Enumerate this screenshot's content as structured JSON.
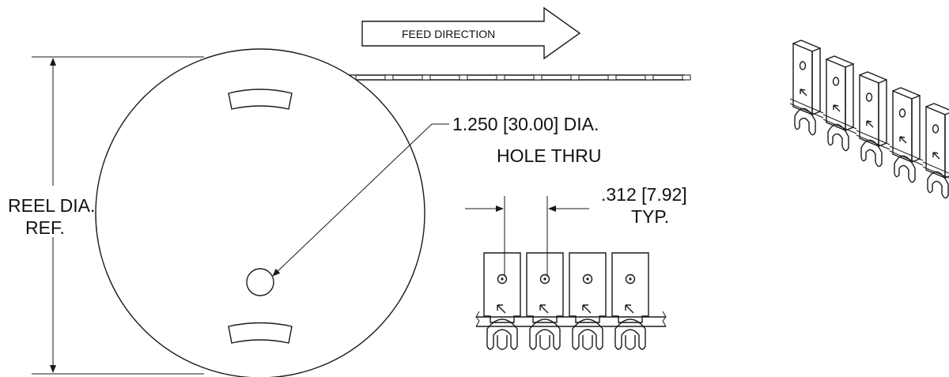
{
  "feed_direction": "FEED DIRECTION",
  "reel_dia": {
    "line1": "REEL DIA.",
    "line2": "REF."
  },
  "hole": {
    "line1": "1.250 [30.00] DIA.",
    "line2": "HOLE THRU"
  },
  "pitch": {
    "line1": ".312 [7.92]",
    "line2": "TYP."
  },
  "terminal_count_flat_view": 4,
  "terminal_count_iso_view": 5
}
